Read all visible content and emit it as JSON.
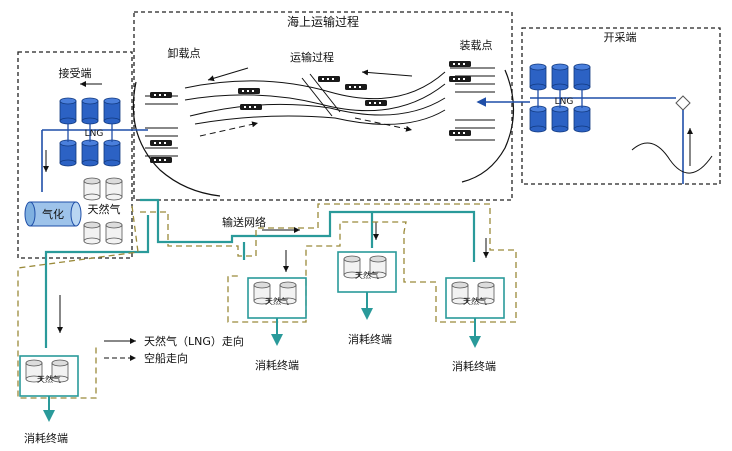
{
  "regions": {
    "sea_transport": "海上运输过程",
    "production_end": "开采端",
    "receiving_end": "接受端",
    "unloading_point": "卸载点",
    "loading_point": "装载点",
    "transport_process": "运输过程"
  },
  "labels": {
    "lng": "LNG",
    "lng_right": "LNG",
    "gasification": "气化",
    "natural_gas": "天然气",
    "network": "输送网络",
    "tank_gas_1": "天然气",
    "tank_gas_2": "天然气",
    "tank_gas_3": "天然气",
    "tank_gas_4": "天然气"
  },
  "terminals": {
    "t1": "消耗终端",
    "t2": "消耗终端",
    "t3": "消耗终端",
    "t4": "消耗终端"
  },
  "legend": {
    "gas_flow": "天然气（LNG）走向",
    "empty_ship": "空船走向"
  },
  "colors": {
    "lng_blue": "#1f4fa8",
    "pipe_teal": "#2a9a9a",
    "dash_olive": "#9a8a3a",
    "box_border": "#222222"
  }
}
